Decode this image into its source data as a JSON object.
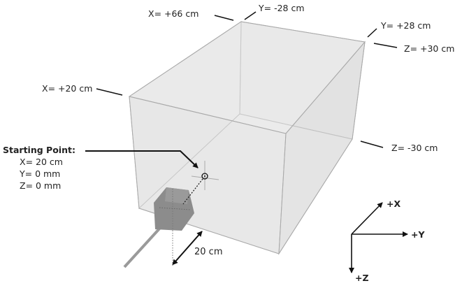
{
  "labels": {
    "x_far": "X= +66 cm",
    "y_neg": "Y= -28 cm",
    "y_pos": "Y= +28 cm",
    "z_pos": "Z= +30 cm",
    "x_near": "X= +20 cm",
    "z_neg": "Z= -30 cm",
    "distance": "20 cm"
  },
  "starting_point": {
    "title": "Starting Point:",
    "x": "X= 20 cm",
    "y": "Y= 0 mm",
    "z": "Z= 0 mm"
  },
  "axes": {
    "x": "+X",
    "y": "+Y",
    "z": "+Z"
  }
}
